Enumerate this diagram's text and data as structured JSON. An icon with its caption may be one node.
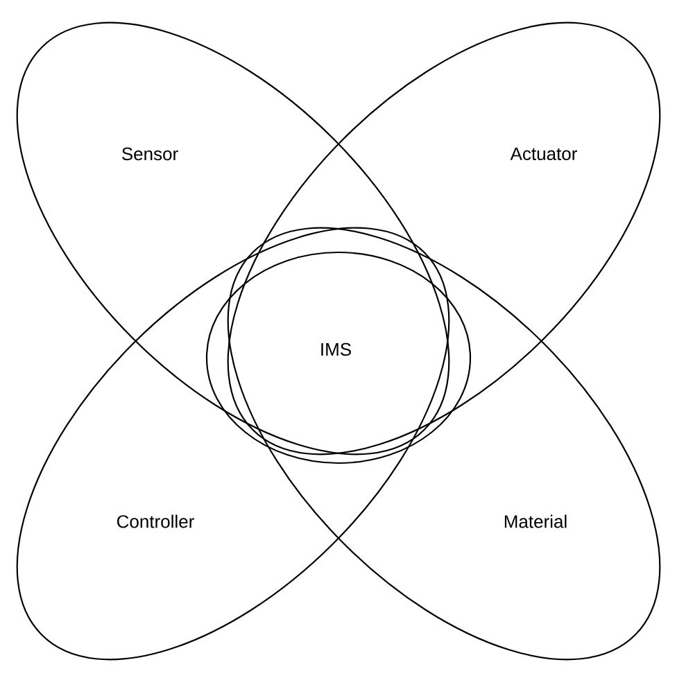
{
  "diagram": {
    "nodes": [
      {
        "text": [
          "Sensor"
        ]
      },
      {
        "text": [
          "Actuator"
        ]
      },
      {
        "text": [
          "IMS"
        ]
      },
      {
        "text": [
          "Controller"
        ]
      },
      {
        "text": [
          "Material"
        ]
      }
    ]
  }
}
